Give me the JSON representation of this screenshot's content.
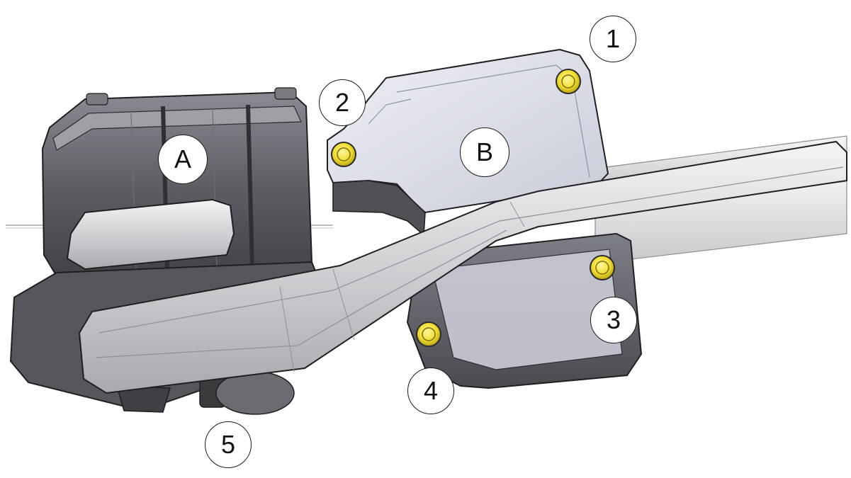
{
  "callouts": {
    "c1": "1",
    "c2": "2",
    "c3": "3",
    "c4": "4",
    "c5": "5",
    "cA": "A",
    "cB": "B"
  },
  "colors": {
    "bolt_yellow": "#f2e23a",
    "cover_light": "#dfe3ee",
    "housing_dark": "#5e6066",
    "lever_silver": "#d9dadd",
    "outline": "#1f1f22"
  },
  "icons": [
    "bolt-head-icon"
  ]
}
